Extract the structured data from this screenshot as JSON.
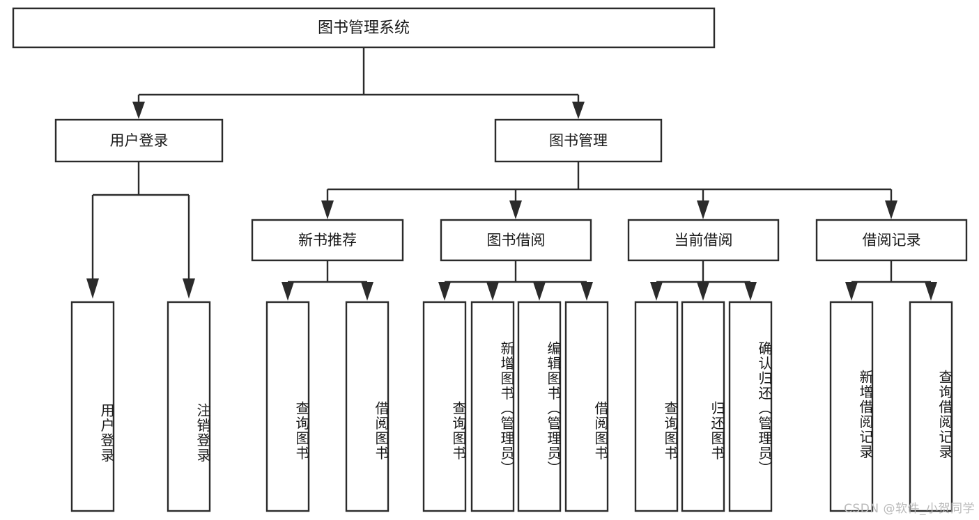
{
  "diagram": {
    "type": "tree",
    "title": "图书管理系统",
    "root": {
      "label": "图书管理系统"
    },
    "level2": [
      {
        "label": "用户登录"
      },
      {
        "label": "图书管理"
      }
    ],
    "level3": [
      {
        "label": "新书推荐"
      },
      {
        "label": "图书借阅"
      },
      {
        "label": "当前借阅"
      },
      {
        "label": "借阅记录"
      }
    ],
    "leaves": {
      "user_login": [
        {
          "label": "用户登录"
        },
        {
          "label": "注销登录"
        }
      ],
      "new_book_recommend": [
        {
          "label": "查询图书"
        },
        {
          "label": "借阅图书"
        }
      ],
      "book_borrow": [
        {
          "label": "查询图书"
        },
        {
          "label": "新增图书（管理员）"
        },
        {
          "label": "编辑图书（管理员）"
        },
        {
          "label": "借阅图书"
        }
      ],
      "current_borrow": [
        {
          "label": "查询图书"
        },
        {
          "label": "归还图书"
        },
        {
          "label": "确认归还（管理员）"
        }
      ],
      "borrow_records": [
        {
          "label": "新增借阅记录"
        },
        {
          "label": "查询借阅记录"
        }
      ]
    }
  },
  "watermark": {
    "text": "CSDN @软件_小贺同学"
  },
  "colors": {
    "stroke": "#2b2b2b",
    "box_fill": "#ffffff",
    "text": "#1a1a1a",
    "watermark": "#b9b9b9",
    "background": "#ffffff"
  }
}
